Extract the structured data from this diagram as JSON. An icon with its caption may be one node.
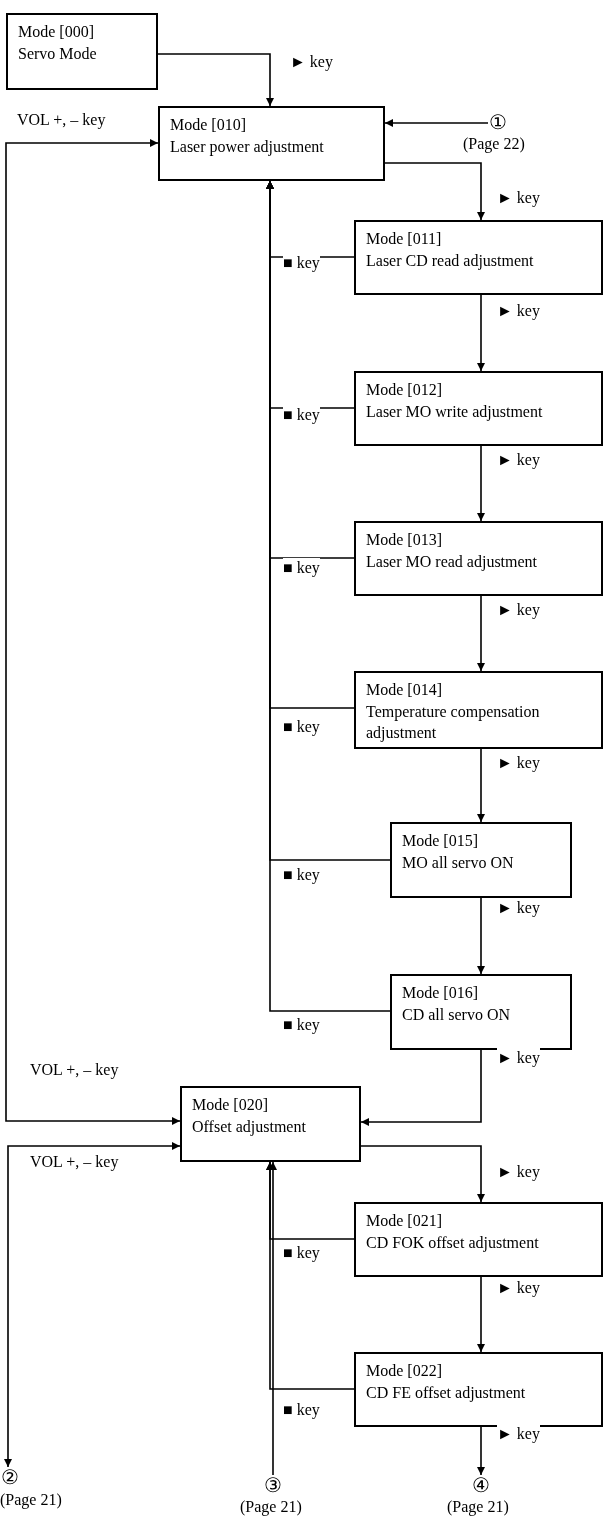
{
  "diagram": {
    "nodes": [
      {
        "text": [
          "Mode [000]",
          "Servo Mode"
        ]
      },
      {
        "text": [
          "Mode [010]",
          "Laser power adjustment"
        ]
      },
      {
        "text": [
          "①"
        ],
        "beside": [
          "(Page 22)"
        ]
      },
      {
        "text": [
          "Mode [011]",
          "Laser CD read adjustment"
        ]
      },
      {
        "text": [
          "Mode [012]",
          "Laser MO write adjustment"
        ]
      },
      {
        "text": [
          "Mode [013]",
          "Laser MO read adjustment"
        ]
      },
      {
        "text": [
          "Mode [014]",
          "Temperature compensation adjustment"
        ]
      },
      {
        "text": [
          "Mode [015]",
          "MO all servo ON"
        ]
      },
      {
        "text": [
          "Mode [016]",
          "CD all servo ON"
        ]
      },
      {
        "text": [
          "Mode [020]",
          "Offset adjustment"
        ]
      },
      {
        "text": [
          "Mode [021]",
          "CD FOK offset adjustment"
        ]
      },
      {
        "text": [
          "Mode [022]",
          "CD FE offset adjustment"
        ]
      },
      {
        "text": [
          "②"
        ],
        "beside": [
          "(Page 21)"
        ]
      },
      {
        "text": [
          "③"
        ],
        "beside": [
          "(Page 21)"
        ]
      },
      {
        "text": [
          "④"
        ],
        "beside": [
          "(Page 21)"
        ]
      }
    ],
    "edges": [
      {
        "from": 0,
        "to": 1,
        "arrow": "to",
        "label": "► key"
      },
      {
        "from": 2,
        "to": 1,
        "arrow": "to"
      },
      {
        "from": 1,
        "to": 3,
        "arrow": "to",
        "label": "► key"
      },
      {
        "from": 3,
        "to": 1,
        "arrow": "to",
        "label": "■ key"
      },
      {
        "from": 3,
        "to": 4,
        "arrow": "to",
        "label": "► key"
      },
      {
        "from": 4,
        "to": 1,
        "arrow": "to",
        "label": "■ key"
      },
      {
        "from": 4,
        "to": 5,
        "arrow": "to",
        "label": "► key"
      },
      {
        "from": 5,
        "to": 1,
        "arrow": "to",
        "label": "■ key"
      },
      {
        "from": 5,
        "to": 6,
        "arrow": "to",
        "label": "► key"
      },
      {
        "from": 6,
        "to": 1,
        "arrow": "to",
        "label": "■ key"
      },
      {
        "from": 6,
        "to": 7,
        "arrow": "to",
        "label": "► key"
      },
      {
        "from": 7,
        "to": 1,
        "arrow": "to",
        "label": "■ key"
      },
      {
        "from": 7,
        "to": 8,
        "arrow": "to",
        "label": "► key"
      },
      {
        "from": 8,
        "to": 1,
        "arrow": "to",
        "label": "■ key"
      },
      {
        "from": 8,
        "to": 9,
        "arrow": "to",
        "label": "► key"
      },
      {
        "from": 1,
        "to": 9,
        "arrow": "both",
        "label": "VOL +, – key"
      },
      {
        "from": 9,
        "to": 12,
        "arrow": "both",
        "label": "VOL +, – key"
      },
      {
        "from": 9,
        "to": 10,
        "arrow": "to",
        "label": "► key"
      },
      {
        "from": 10,
        "to": 9,
        "arrow": "to",
        "label": "■ key"
      },
      {
        "from": 10,
        "to": 11,
        "arrow": "to",
        "label": "► key"
      },
      {
        "from": 11,
        "to": 9,
        "arrow": "to",
        "label": "■ key"
      },
      {
        "from": 11,
        "to": 14,
        "arrow": "to",
        "label": "► key"
      },
      {
        "from": 13,
        "to": 9,
        "arrow": "to"
      }
    ],
    "labels": [
      "VOL +, – key"
    ]
  }
}
